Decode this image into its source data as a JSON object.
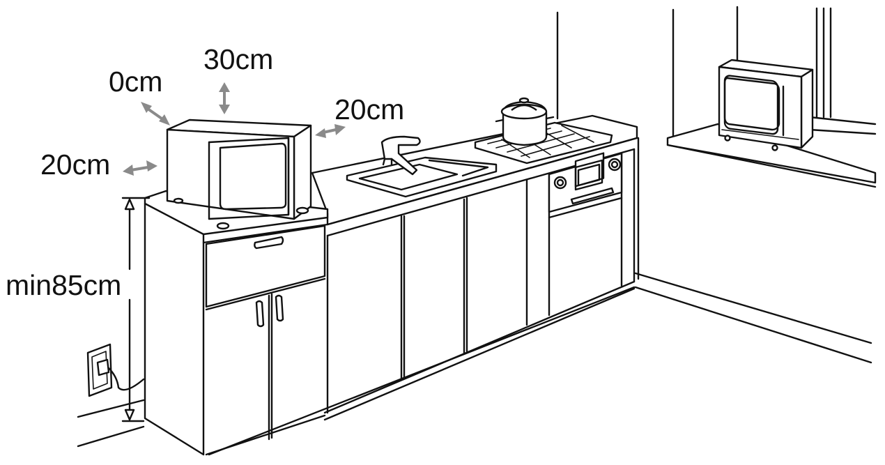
{
  "clearance_labels": {
    "left_back": "0cm",
    "top": "30cm",
    "right": "20cm",
    "left": "20cm",
    "height": "min85cm"
  },
  "colors": {
    "line": "#111111",
    "arrow": "#8a8a8a",
    "background": "#ffffff"
  }
}
